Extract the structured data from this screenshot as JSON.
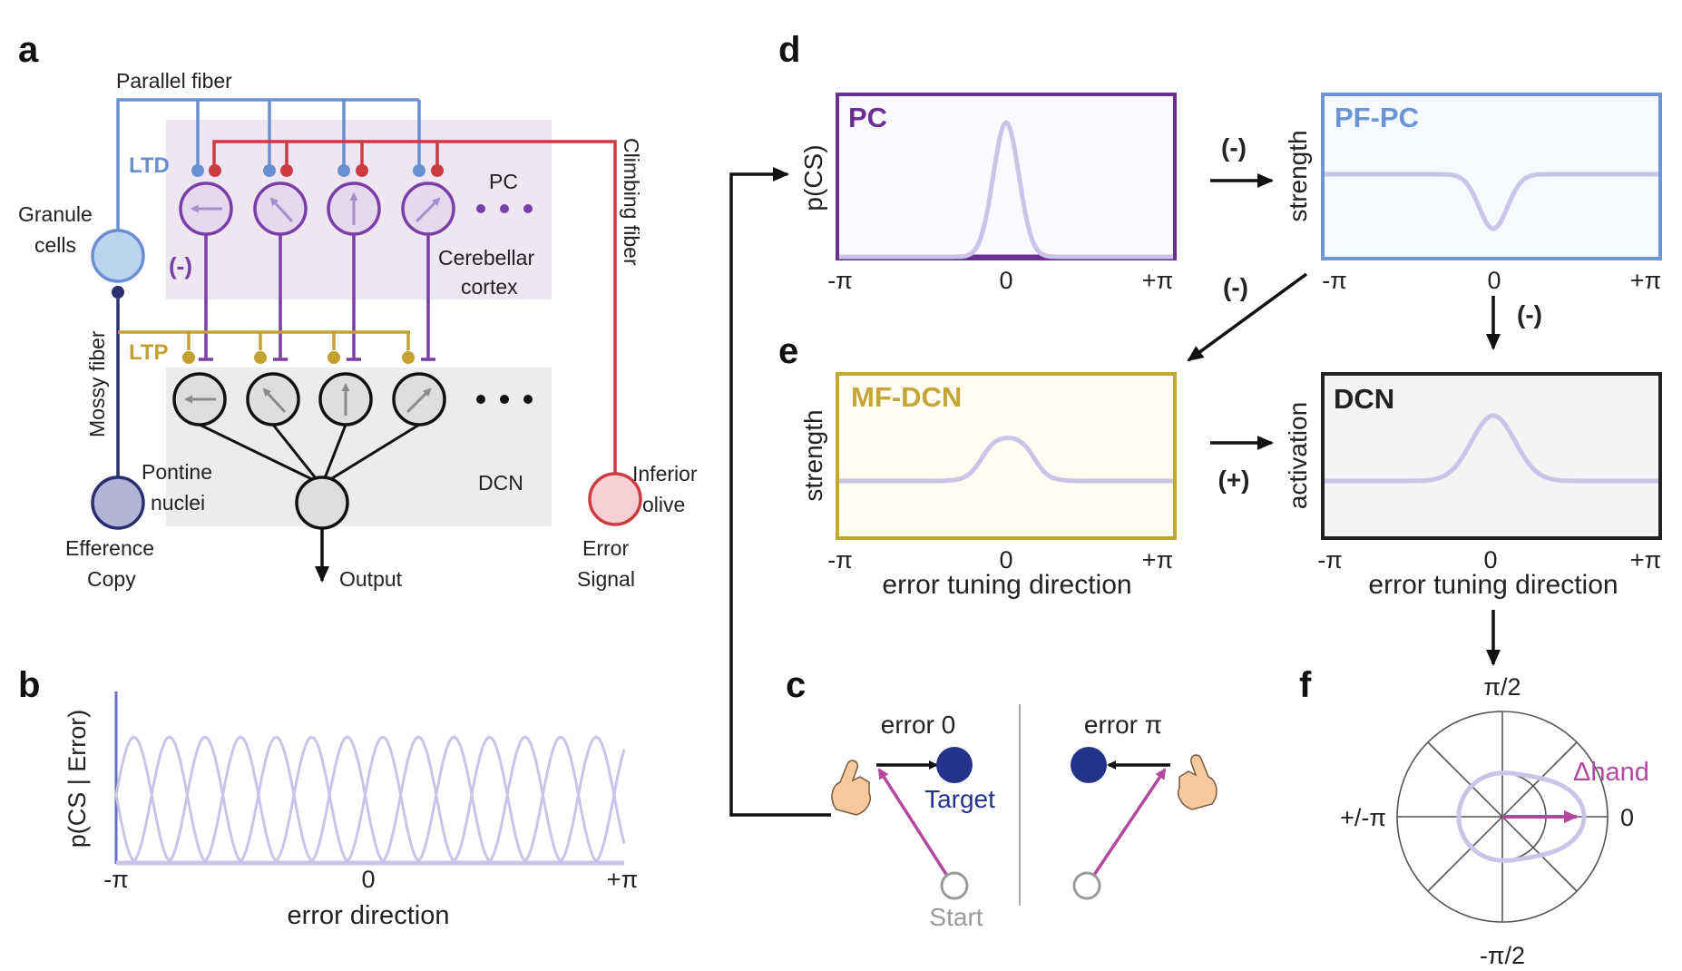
{
  "colors": {
    "parallel_fiber": "#6a8fd1",
    "climbing_fiber": "#cc3b42",
    "pc": "#7a3fa6",
    "mossy_fiber": "#2b2f6e",
    "ltp": "#c3a233",
    "curve": "#c9c4e8",
    "pc_box": "#6b2e93",
    "pfpc_box": "#6c95d5",
    "mfdcn_box": "#c4a537",
    "dcn_box": "#222222",
    "target": "#24328a",
    "error_arrow": "#b2499f",
    "start_circle": "#9a9a9a"
  },
  "panel_labels": {
    "a": "a",
    "b": "b",
    "c": "c",
    "d": "d",
    "e": "e",
    "f": "f"
  },
  "circuit": {
    "parallel_fiber": "Parallel fiber",
    "ltd": "LTD",
    "ltp": "LTP",
    "granule_cells_1": "Granule",
    "granule_cells_2": "cells",
    "minus": "(-)",
    "pc": "PC",
    "cerebellar_cortex_1": "Cerebellar",
    "cerebellar_cortex_2": "cortex",
    "climbing_fiber": "Climbing fiber",
    "mossy_fiber": "Mossy fiber",
    "pontine_1": "Pontine",
    "pontine_2": "nuclei",
    "dcn": "DCN",
    "inferior_1": "Inferior",
    "inferior_2": "olive",
    "efference_1": "Efference",
    "efference_2": "Copy",
    "output": "Output",
    "error_signal_1": "Error",
    "error_signal_2": "Signal"
  },
  "tuning_b": {
    "ylabel": "p(CS | Error)",
    "xlabel": "error direction",
    "ticks": [
      "-π",
      "0",
      "+π"
    ],
    "num_curves": 16
  },
  "panel_d": {
    "pc_title": "PC",
    "pc_ylabel": "p(CS)",
    "pfpc_title": "PF-PC",
    "pfpc_ylabel": "strength",
    "minus1": "(-)",
    "minus2": "(-)",
    "minus3": "(-)",
    "ticks": [
      "-π",
      "0",
      "+π"
    ]
  },
  "panel_e": {
    "mfdcn_title": "MF-DCN",
    "mfdcn_ylabel": "strength",
    "dcn_title": "DCN",
    "dcn_ylabel": "activation",
    "plus": "(+)",
    "xlabel": "error tuning direction",
    "ticks": [
      "-π",
      "0",
      "+π"
    ]
  },
  "panel_c": {
    "error0": "error 0",
    "errorpi": "error π",
    "target": "Target",
    "start": "Start"
  },
  "panel_f": {
    "top": "π/2",
    "bottom": "-π/2",
    "left": "+/-π",
    "right": "0",
    "hand": "Δhand"
  }
}
